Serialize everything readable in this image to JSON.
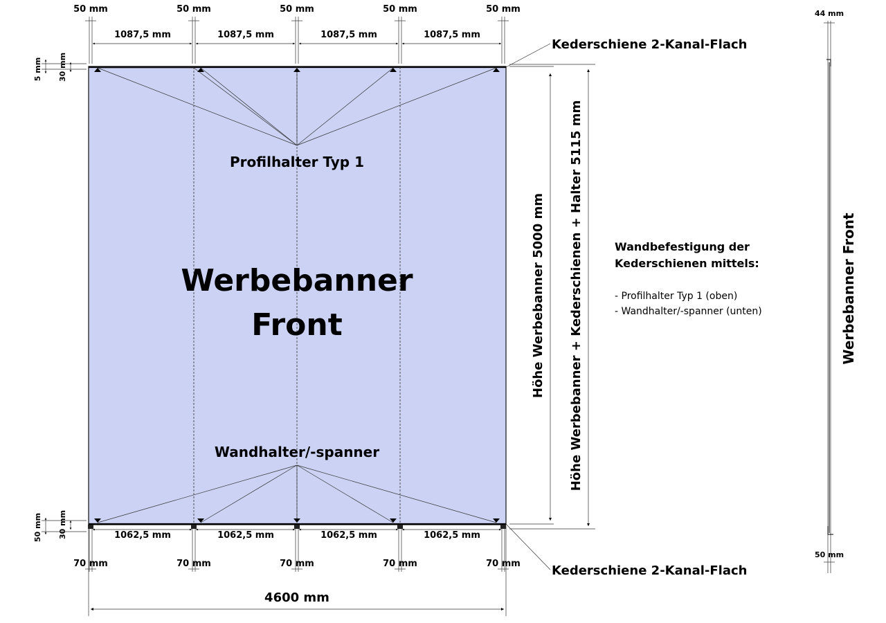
{
  "top_spacing": {
    "gap_labels": [
      "50 mm",
      "50 mm",
      "50 mm",
      "50 mm",
      "50 mm"
    ],
    "span_labels": [
      "1087,5 mm",
      "1087,5 mm",
      "1087,5 mm",
      "1087,5 mm"
    ]
  },
  "bottom_spacing": {
    "span_labels": [
      "1062,5 mm",
      "1062,5 mm",
      "1062,5 mm",
      "1062,5 mm"
    ],
    "gap_labels": [
      "70 mm",
      "70 mm",
      "70 mm",
      "70 mm",
      "70 mm"
    ]
  },
  "rail_label_top": "Kederschiene 2-Kanal-Flach",
  "rail_label_bottom": "Kederschiene 2-Kanal-Flach",
  "left_dims": {
    "top_small": "5 mm",
    "top_rail": "30 mm",
    "bottom_outer": "50 mm",
    "bottom_rail": "30 mm"
  },
  "holder_top_label": "Profilhalter Typ 1",
  "holder_bottom_label": "Wandhalter/-spanner",
  "banner_title": [
    "Werbebanner",
    "Front"
  ],
  "height_banner": "Höhe Werbebanner 5000 mm",
  "height_total": "Höhe Werbebanner + Kederschienen + Halter 5115 mm",
  "width_total": "4600 mm",
  "notes": {
    "heading": [
      "Wandbefestigung der",
      "Kederschienen mittels:"
    ],
    "items": [
      "- Profilhalter Typ 1 (oben)",
      "- Wandhalter/-spanner (unten)"
    ]
  },
  "side_view": {
    "top_dim": "44 mm",
    "bottom_dim": "50 mm",
    "label": "Werbebanner Front"
  }
}
